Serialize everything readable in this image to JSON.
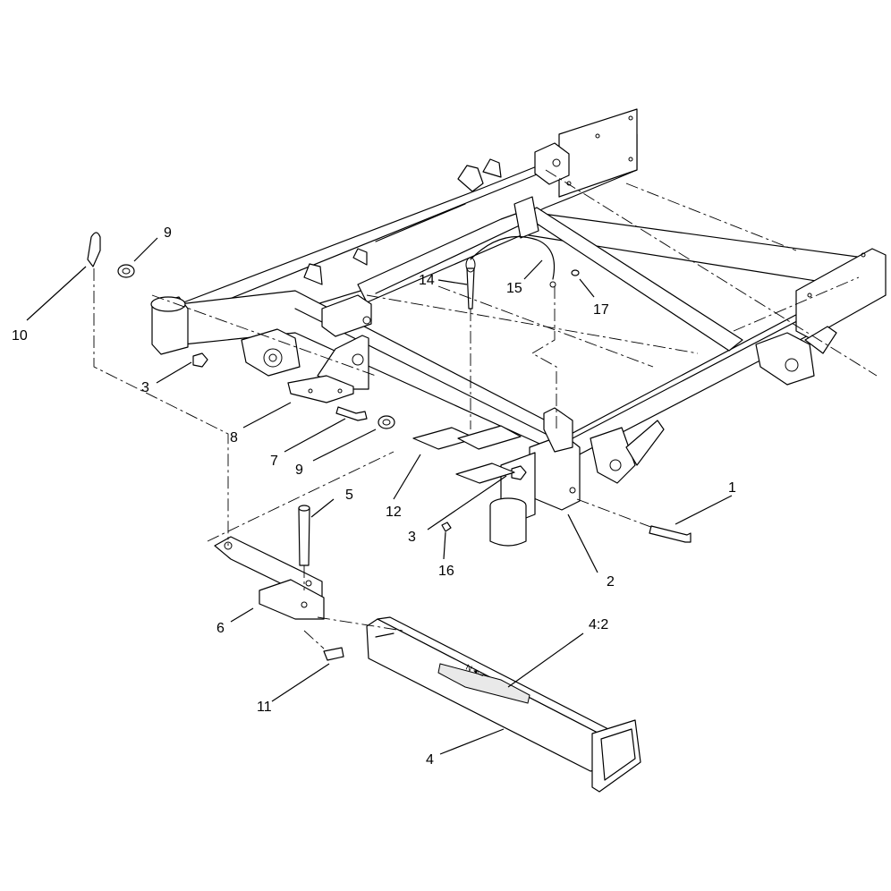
{
  "callouts": [
    {
      "id": "c1",
      "text": "1"
    },
    {
      "id": "c2",
      "text": "2"
    },
    {
      "id": "c3a",
      "text": "3"
    },
    {
      "id": "c3b",
      "text": "3"
    },
    {
      "id": "c4",
      "text": "4"
    },
    {
      "id": "c42",
      "text": "4:2"
    },
    {
      "id": "c5",
      "text": "5"
    },
    {
      "id": "c6",
      "text": "6"
    },
    {
      "id": "c7",
      "text": "7"
    },
    {
      "id": "c8",
      "text": "8"
    },
    {
      "id": "c9a",
      "text": "9"
    },
    {
      "id": "c9b",
      "text": "9"
    },
    {
      "id": "c10",
      "text": "10"
    },
    {
      "id": "c11",
      "text": "11"
    },
    {
      "id": "c12",
      "text": "12"
    },
    {
      "id": "c14",
      "text": "14"
    },
    {
      "id": "c15",
      "text": "15"
    },
    {
      "id": "c16",
      "text": "16"
    },
    {
      "id": "c17",
      "text": "17"
    }
  ],
  "colors": {
    "line": "#000000",
    "background": "#ffffff"
  }
}
